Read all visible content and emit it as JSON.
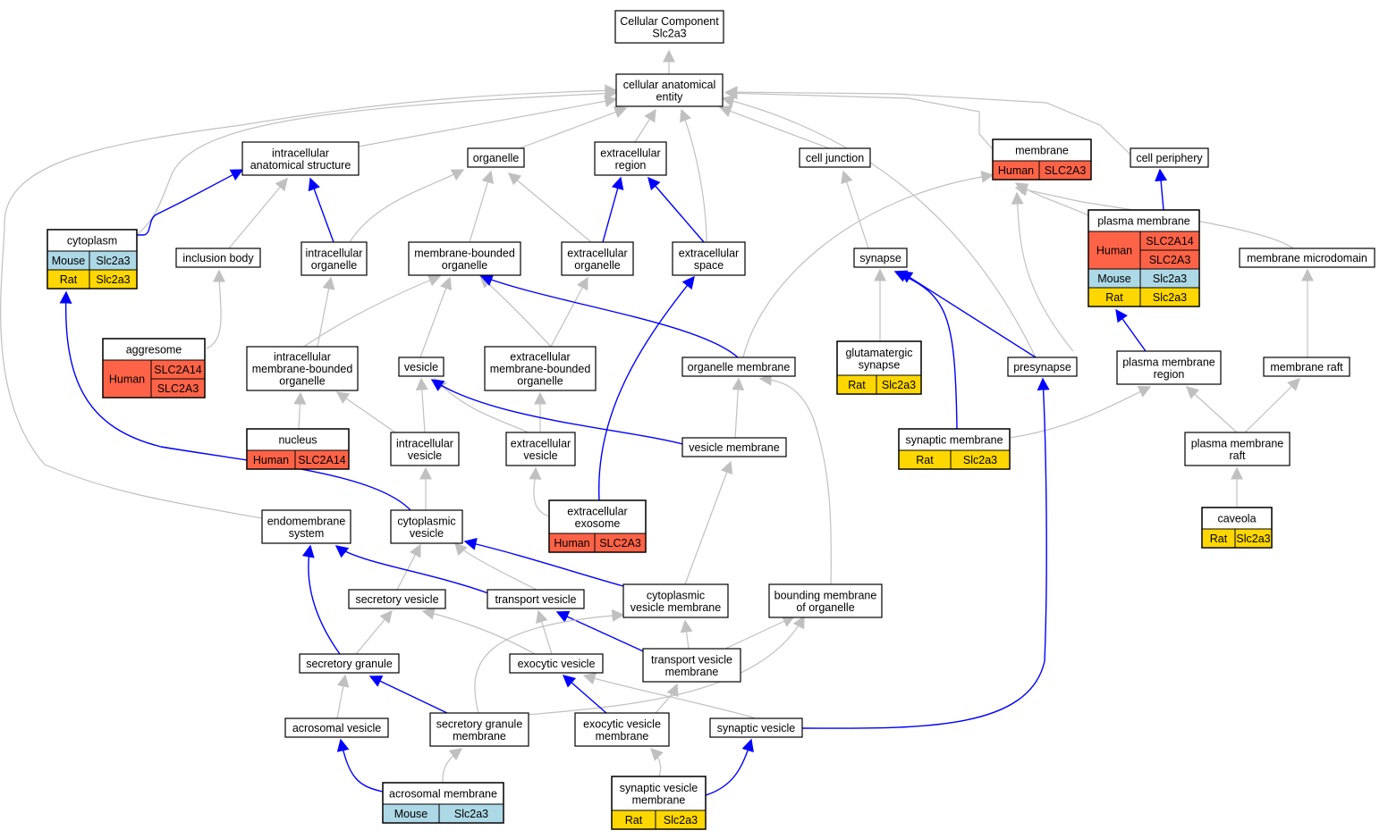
{
  "title_node": {
    "line1": "Cellular Component",
    "line2": "Slc2a3"
  },
  "colors": {
    "human": "#ff6347",
    "mouse": "#add8e6",
    "rat": "#ffd700",
    "edge_gray": "#c0c0c0",
    "edge_blue": "#0000ff",
    "node_border": "#000000"
  },
  "nodes": {
    "root": [
      "Cellular Component",
      "Slc2a3"
    ],
    "cae": [
      "cellular anatomical",
      "entity"
    ],
    "ias": [
      "intracellular",
      "anatomical structure"
    ],
    "organelle": [
      "organelle"
    ],
    "extreg": [
      "extracellular",
      "region"
    ],
    "celljunction": [
      "cell junction"
    ],
    "membrane": [
      "membrane"
    ],
    "cellperiphery": [
      "cell periphery"
    ],
    "cytoplasm": [
      "cytoplasm"
    ],
    "inclusionbody": [
      "inclusion body"
    ],
    "intraorg": [
      "intracellular",
      "organelle"
    ],
    "mbo": [
      "membrane-bounded",
      "organelle"
    ],
    "extraorg": [
      "extracellular",
      "organelle"
    ],
    "extraspace": [
      "extracellular",
      "space"
    ],
    "synapse": [
      "synapse"
    ],
    "plasmamembrane": [
      "plasma membrane"
    ],
    "mmd": [
      "membrane microdomain"
    ],
    "aggresome": [
      "aggresome"
    ],
    "imbo": [
      "intracellular",
      "membrane-bounded",
      "organelle"
    ],
    "vesicle": [
      "vesicle"
    ],
    "embo": [
      "extracellular",
      "membrane-bounded",
      "organelle"
    ],
    "orgmem": [
      "organelle membrane"
    ],
    "glusyn": [
      "glutamatergic",
      "synapse"
    ],
    "presynapse": [
      "presynapse"
    ],
    "pmr": [
      "plasma membrane",
      "region"
    ],
    "memraft": [
      "membrane raft"
    ],
    "nucleus": [
      "nucleus"
    ],
    "intravesicle": [
      "intracellular",
      "vesicle"
    ],
    "extravesicle": [
      "extracellular",
      "vesicle"
    ],
    "vesmem": [
      "vesicle membrane"
    ],
    "synmem": [
      "synaptic membrane"
    ],
    "pmraft": [
      "plasma membrane",
      "raft"
    ],
    "exosome": [
      "extracellular",
      "exosome"
    ],
    "caveola": [
      "caveola"
    ],
    "endomem": [
      "endomembrane",
      "system"
    ],
    "cytovesicle": [
      "cytoplasmic",
      "vesicle"
    ],
    "secvesicle": [
      "secretory vesicle"
    ],
    "transvesicle": [
      "transport vesicle"
    ],
    "cvm": [
      "cytoplasmic",
      "vesicle membrane"
    ],
    "bmo": [
      "bounding membrane",
      "of organelle"
    ],
    "secgranule": [
      "secretory granule"
    ],
    "exovesicle": [
      "exocytic vesicle"
    ],
    "tvm": [
      "transport vesicle",
      "membrane"
    ],
    "acrovesicle": [
      "acrosomal vesicle"
    ],
    "sgm": [
      "secretory granule",
      "membrane"
    ],
    "evm": [
      "exocytic vesicle",
      "membrane"
    ],
    "synvesicle": [
      "synaptic vesicle"
    ],
    "acromem": [
      "acrosomal membrane"
    ],
    "svm": [
      "synaptic vesicle",
      "membrane"
    ]
  },
  "annotations": {
    "membrane": [
      {
        "species": "Human",
        "genes": [
          "SLC2A3"
        ]
      }
    ],
    "cytoplasm": [
      {
        "species": "Mouse",
        "genes": [
          "Slc2a3"
        ]
      },
      {
        "species": "Rat",
        "genes": [
          "Slc2a3"
        ]
      }
    ],
    "plasmamembrane": [
      {
        "species": "Human",
        "genes": [
          "SLC2A14",
          "SLC2A3"
        ]
      },
      {
        "species": "Mouse",
        "genes": [
          "Slc2a3"
        ]
      },
      {
        "species": "Rat",
        "genes": [
          "Slc2a3"
        ]
      }
    ],
    "aggresome": [
      {
        "species": "Human",
        "genes": [
          "SLC2A14",
          "SLC2A3"
        ]
      }
    ],
    "glusyn": [
      {
        "species": "Rat",
        "genes": [
          "Slc2a3"
        ]
      }
    ],
    "nucleus": [
      {
        "species": "Human",
        "genes": [
          "SLC2A14"
        ]
      }
    ],
    "synmem": [
      {
        "species": "Rat",
        "genes": [
          "Slc2a3"
        ]
      }
    ],
    "exosome": [
      {
        "species": "Human",
        "genes": [
          "SLC2A3"
        ]
      }
    ],
    "caveola": [
      {
        "species": "Rat",
        "genes": [
          "Slc2a3"
        ]
      }
    ],
    "acromem": [
      {
        "species": "Mouse",
        "genes": [
          "Slc2a3"
        ]
      }
    ],
    "svm": [
      {
        "species": "Rat",
        "genes": [
          "Slc2a3"
        ]
      }
    ]
  }
}
